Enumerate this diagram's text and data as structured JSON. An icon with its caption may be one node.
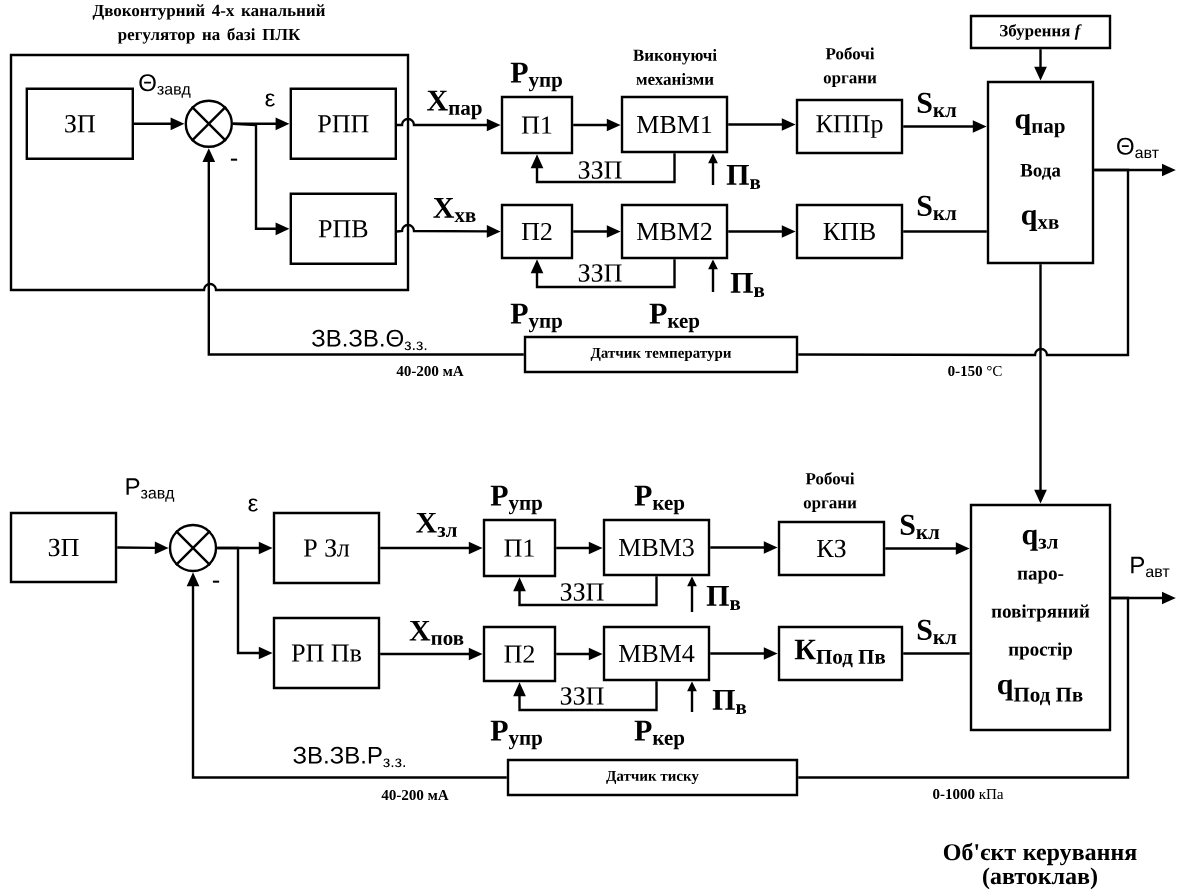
{
  "diagram": {
    "nodes": [
      {
        "text": [
          "Двоконтурний 4-х канальний регулятор на базі ПЛК"
        ]
      },
      {
        "text": [
          "ЗП"
        ],
        "in": 0
      },
      {
        "text": [],
        "shape": "circle",
        "in": 0
      },
      {
        "text": [
          "РПП"
        ],
        "in": 0
      },
      {
        "text": [
          "РПВ"
        ],
        "in": 0
      },
      {
        "text": [
          "П1"
        ]
      },
      {
        "text": [
          "МВМ1"
        ],
        "beside": [
          "Виконуючі механізми"
        ]
      },
      {
        "text": [
          "КППр"
        ],
        "beside": [
          "Робочі органи"
        ]
      },
      {
        "text": [
          "q$_{пар}$",
          "Вода",
          "q$_{хв}$"
        ]
      },
      {
        "text": [
          "Збурення *f*"
        ]
      },
      {
        "text": [
          "П2"
        ]
      },
      {
        "text": [
          "МВМ2"
        ]
      },
      {
        "text": [
          "КПВ"
        ]
      },
      {
        "text": [
          "Датчик температури"
        ]
      },
      {
        "text": [
          "ЗП"
        ]
      },
      {
        "text": [],
        "shape": "circle"
      },
      {
        "text": [
          "Р Зл"
        ]
      },
      {
        "text": [
          "РП Пв"
        ]
      },
      {
        "text": [
          "П1"
        ]
      },
      {
        "text": [
          "МВМ3"
        ]
      },
      {
        "text": [
          "КЗ"
        ],
        "beside": [
          "Робочі органи"
        ]
      },
      {
        "text": [
          "q$_{зл}$",
          "паро- повітряний простір",
          "\\textbf{q}_{\\textbf{Под Пв}}"
        ]
      },
      {
        "text": [
          "П2"
        ]
      },
      {
        "text": [
          "МВМ4"
        ]
      },
      {
        "text": [
          "\\textbf{К}_{\\textbf{Под Пв}}"
        ]
      },
      {
        "text": [
          "Датчик тиску"
        ]
      }
    ],
    "edges": [
      {
        "from": 1,
        "to": 2,
        "arrow": "to",
        "label": "Θ$_{завд}$"
      },
      {
        "from": 2,
        "to": 3,
        "arrow": "to",
        "label": "ε"
      },
      {
        "from": 2,
        "to": 4,
        "arrow": "to"
      },
      {
        "from": 3,
        "to": 5,
        "arrow": "to",
        "label": "X$_{пар}$"
      },
      {
        "from": 4,
        "to": 10,
        "arrow": "to",
        "label": "X$_{хв}$"
      },
      {
        "from": 5,
        "to": 6,
        "arrow": "to"
      },
      {
        "from": 6,
        "to": 5,
        "arrow": "to",
        "label": "ЗЗП"
      },
      {
        "from": 6,
        "to": 7,
        "arrow": "to"
      },
      {
        "from": 7,
        "to": 8,
        "arrow": "to",
        "label": "S$_{кл}$"
      },
      {
        "from": 9,
        "to": 8,
        "arrow": "to"
      },
      {
        "from": 10,
        "to": 11,
        "arrow": "to"
      },
      {
        "from": 11,
        "to": 10,
        "arrow": "to",
        "label": "ЗЗП"
      },
      {
        "from": 11,
        "to": 12,
        "arrow": "to"
      },
      {
        "from": 12,
        "to": 8,
        "arrow": "none",
        "label": "S$_{кл}$"
      },
      {
        "from": null,
        "to": 6,
        "arrow": "to",
        "label": "П$_{в}$"
      },
      {
        "from": null,
        "to": 11,
        "arrow": "to",
        "label": "П$_{в}$"
      },
      {
        "from": 8,
        "to": null,
        "arrow": "to",
        "label": "Θ$_{авт}$"
      },
      {
        "from": 8,
        "to": 13,
        "arrow": "none"
      },
      {
        "from": 13,
        "to": 2,
        "arrow": "to",
        "label": "ЗВ.ЗВ.Θ$_{з.з.}$"
      },
      {
        "from": 8,
        "to": 21,
        "arrow": "to"
      },
      {
        "from": 14,
        "to": 15,
        "arrow": "to",
        "label": "Р$_{завд}$"
      },
      {
        "from": 15,
        "to": 16,
        "arrow": "to",
        "label": "ε"
      },
      {
        "from": 15,
        "to": 17,
        "arrow": "to"
      },
      {
        "from": 16,
        "to": 18,
        "arrow": "to",
        "label": "X$_{зл}$"
      },
      {
        "from": 17,
        "to": 22,
        "arrow": "to",
        "label": "X$_{пов}$"
      },
      {
        "from": 18,
        "to": 19,
        "arrow": "to"
      },
      {
        "from": 19,
        "to": 18,
        "arrow": "to",
        "label": "ЗЗП"
      },
      {
        "from": 19,
        "to": 20,
        "arrow": "to"
      },
      {
        "from": 20,
        "to": 21,
        "arrow": "to",
        "label": "S$_{кл}$"
      },
      {
        "from": 22,
        "to": 23,
        "arrow": "to"
      },
      {
        "from": 23,
        "to": 22,
        "arrow": "to",
        "label": "ЗЗП"
      },
      {
        "from": 23,
        "to": 24,
        "arrow": "to"
      },
      {
        "from": 24,
        "to": 21,
        "arrow": "none",
        "label": "S$_{кл}$"
      },
      {
        "from": null,
        "to": 19,
        "arrow": "to",
        "label": "П$_{в}$"
      },
      {
        "from": null,
        "to": 23,
        "arrow": "to",
        "label": "П$_{в}$"
      },
      {
        "from": 21,
        "to": null,
        "arrow": "to",
        "label": "Р$_{авт}$"
      },
      {
        "from": 21,
        "to": 25,
        "arrow": "none"
      },
      {
        "from": 25,
        "to": 15,
        "arrow": "to",
        "label": "ЗВ.ЗВ.Р$_{з.з.}$"
      }
    ],
    "labels": [
      "Р$_{упр}$",
      "-",
      "Р$_{упр}$",
      "Р$_{кер}$",
      "40-200 мА",
      "**0-150** °C",
      "Р$_{упр}$",
      "Р$_{кер}$",
      "-",
      "Р$_{упр}$",
      "Р$_{кер}$",
      "40-200 мА",
      "**0-1000** кПа",
      "Об'єкт керування (автоклав)"
    ]
  }
}
